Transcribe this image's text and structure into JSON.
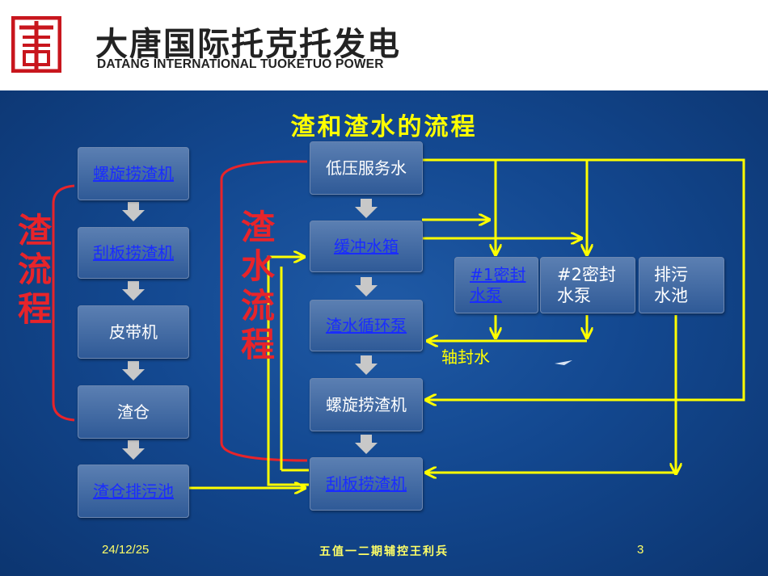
{
  "header": {
    "company_cn": "大唐国际托克托发电",
    "company_en": "DATANG INTERNATIONAL TUOKETUO POWER",
    "logo_icon": "datang-logo-icon"
  },
  "slide": {
    "title": "渣和渣水的流程",
    "left_section_label": "渣流程",
    "right_section_label": "渣水流程",
    "left_column": [
      {
        "label": "螺旋捞渣机",
        "link": true
      },
      {
        "label": "刮板捞渣机",
        "link": true
      },
      {
        "label": "皮带机",
        "link": false
      },
      {
        "label": "渣仓",
        "link": false
      },
      {
        "label": "渣仓排污池",
        "link": true
      }
    ],
    "middle_column": [
      {
        "label": "低压服务水",
        "link": false
      },
      {
        "label": "缓冲水箱",
        "link": true
      },
      {
        "label": "渣水循环泵",
        "link": true
      },
      {
        "label": "螺旋捞渣机",
        "link": false
      },
      {
        "label": "刮板捞渣机",
        "link": true
      }
    ],
    "right_boxes": [
      {
        "line1": "#1密封",
        "line2": "水泵",
        "link": true
      },
      {
        "line1": "#2密封",
        "line2": "水泵",
        "link": false
      },
      {
        "line1": "排污",
        "line2": "水池",
        "link": false
      }
    ],
    "shaft_seal_water_label": "轴封水"
  },
  "footer": {
    "date": "24/12/25",
    "center_text": "五值一二期辅控王利兵",
    "page_number": "3"
  },
  "colors": {
    "background": "#134890",
    "box_fill": "#4a72aa",
    "flow_line": "#ffff00",
    "section_label": "#e8242a",
    "bracket": "#e8242a",
    "arrow_gray": "#c8c8c8",
    "link_text": "#1a2cff"
  }
}
